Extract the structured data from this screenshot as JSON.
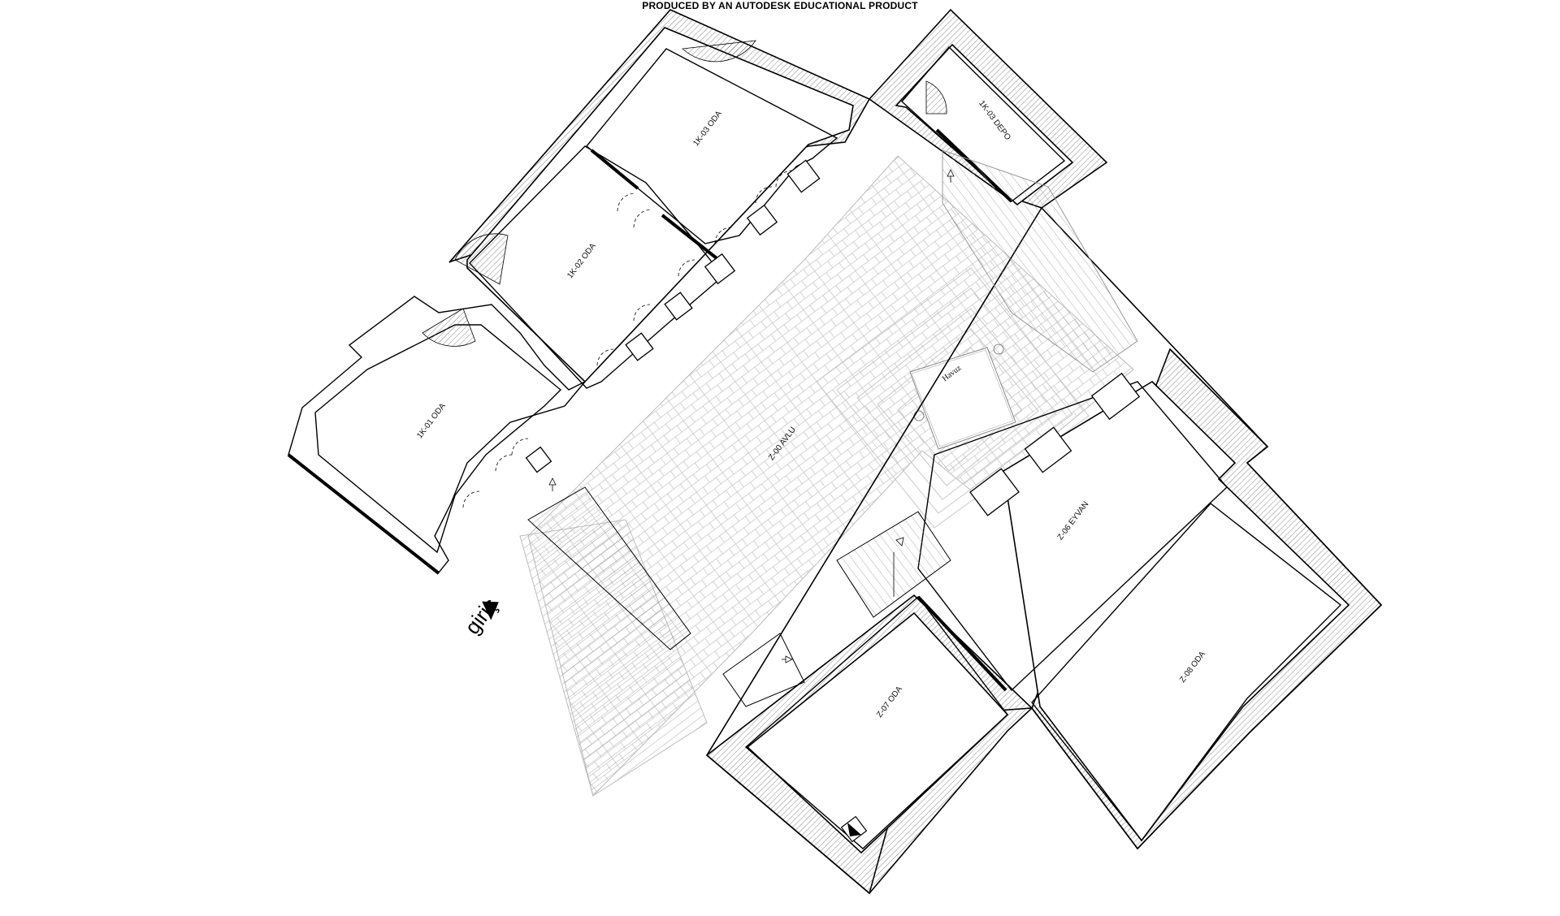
{
  "header": {
    "text": "PRODUCED BY AN AUTODESK EDUCATIONAL PRODUCT"
  },
  "entrance": {
    "label": "giriş"
  },
  "rooms": [
    {
      "id": "1K-01",
      "label": "1K-01 ODA"
    },
    {
      "id": "1K-02",
      "label": "1K-02 ODA"
    },
    {
      "id": "1K-03",
      "label": "1K-03 ODA"
    },
    {
      "id": "1K-03-depo",
      "label": "1K-03 DEPO"
    },
    {
      "id": "Z-00",
      "label": "Z-00 AVLU"
    },
    {
      "id": "havuz",
      "label": "Havuz"
    },
    {
      "id": "Z-06",
      "label": "Z-06 EYVAN"
    },
    {
      "id": "Z-07",
      "label": "Z-07 ODA"
    },
    {
      "id": "Z-08",
      "label": "Z-08 ODA"
    }
  ],
  "colors": {
    "line": "#000000",
    "paving": "#bdbdbd",
    "background": "#ffffff"
  }
}
